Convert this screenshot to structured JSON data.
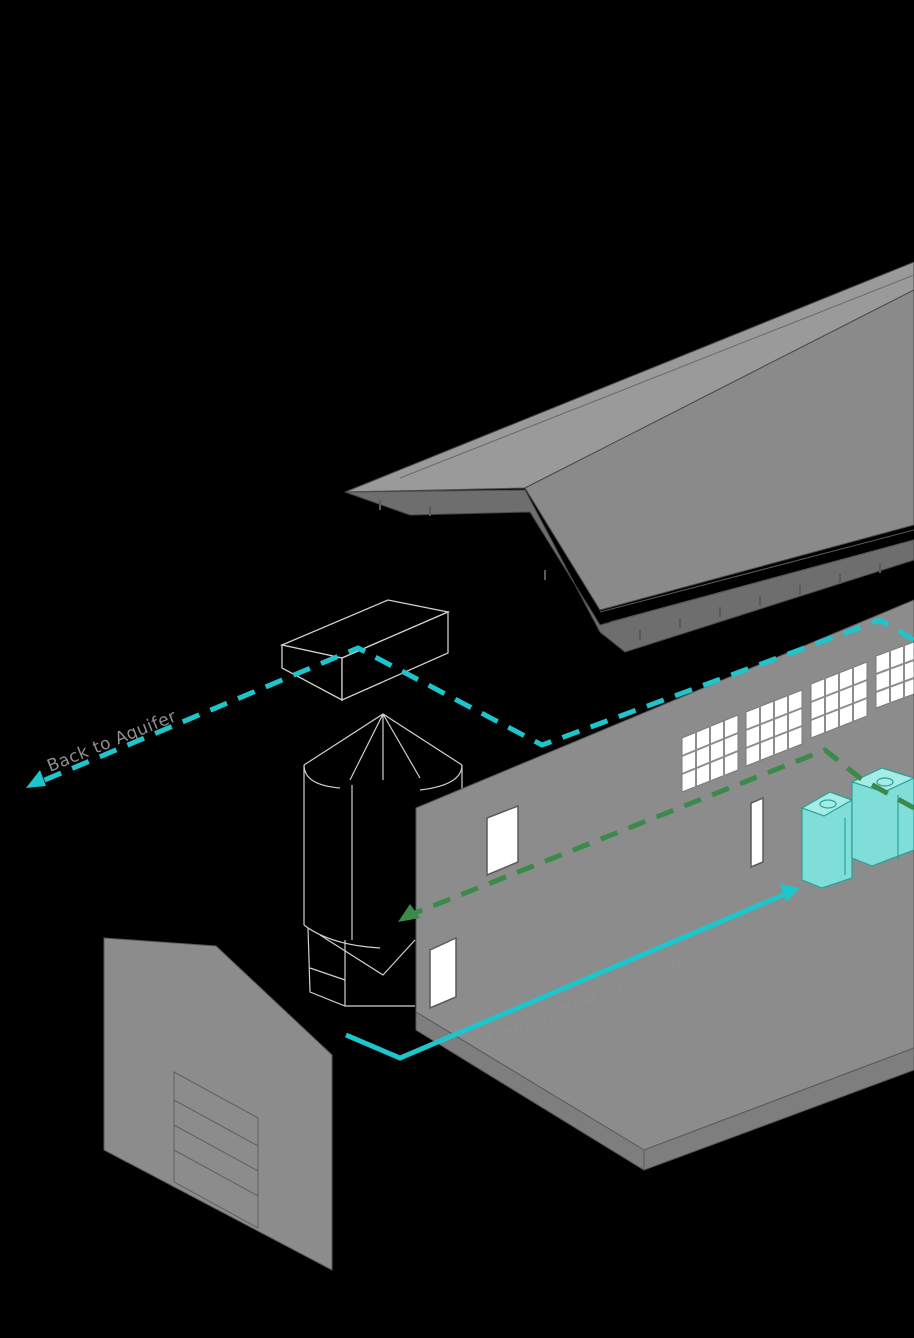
{
  "labels": {
    "back_to_aquifer": "Back to Aquifer",
    "from_domestic_filtration": "From Domestic Filtration"
  },
  "colors": {
    "background": "#000000",
    "building": "#8c8c8c",
    "roof": "#8a8a8a",
    "line_dark": "#4a4a4a",
    "flow_cyan": "#1cc6cc",
    "flow_green": "#3b8a4c",
    "tank": "#7fded8",
    "label": "#8f8f8f"
  },
  "icons": {
    "roof": "isometric-roof",
    "cistern": "storage-box",
    "silo": "silo",
    "shed": "shed",
    "tanks": "filtration-tanks"
  }
}
